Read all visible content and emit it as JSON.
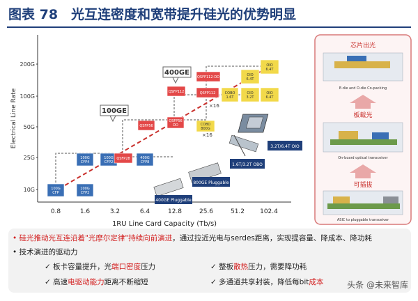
{
  "title": "图表 78　光互连密度和宽带提升硅光的优势明显",
  "chart": {
    "y_axis_label": "Electrical Line Rate",
    "x_axis_label": "1RU Line Card Capacity (Tb/s)",
    "y_ticks": [
      "10G",
      "25G",
      "50G",
      "100G",
      "200G"
    ],
    "x_ticks": [
      "0.8",
      "1.6",
      "3.2",
      "6.4",
      "12.8",
      "25.6",
      "51.2",
      "102.4"
    ],
    "callouts": [
      "100GE",
      "400GE"
    ],
    "modules": [
      {
        "label": "100G CFP",
        "color": "#3a6fb5"
      },
      {
        "label": "100G CFP2",
        "color": "#3a6fb5"
      },
      {
        "label": "100G CFP4",
        "color": "#3a6fb5"
      },
      {
        "label": "100G CFP2",
        "color": "#3a6fb5"
      },
      {
        "label": "QSFP28",
        "color": "#e34848"
      },
      {
        "label": "400G CFP8",
        "color": "#3a6fb5"
      },
      {
        "label": "QSFP56",
        "color": "#e34848"
      },
      {
        "label": "QSFP56 DD",
        "color": "#e34848"
      },
      {
        "label": "QSFP112",
        "color": "#e34848"
      },
      {
        "label": "QSFP112-DD",
        "color": "#e34848"
      },
      {
        "label": "QSFP112",
        "color": "#e34848"
      },
      {
        "label": "COBO 1.6T",
        "color": "#f2d94a"
      },
      {
        "label": "COBO 800G",
        "color": "#f2d94a"
      },
      {
        "label": "OIO 3.2T",
        "color": "#f2d94a"
      },
      {
        "label": "OIO 6.4T",
        "color": "#f2d94a"
      },
      {
        "label": "OIO 6.4T",
        "color": "#f2d94a"
      },
      {
        "label": "OIO 6.4T",
        "color": "#f2d94a"
      }
    ],
    "multipliers": [
      "×16",
      "×16"
    ],
    "product_labels": [
      "3.2T/6.4T OIO",
      "1.6T/3.2T OBO",
      "800GE Pluggable",
      "400GE Pluggable"
    ]
  },
  "side_panel": {
    "stages": [
      "芯片出光",
      "板载光",
      "可插拔"
    ],
    "captions": [
      "E-die and O-die Co-packing",
      "On-board optical transceiver",
      "ASIC to pluggable transceiver"
    ]
  },
  "text_block": {
    "bullet1_pre": "硅光推动光互连沿着",
    "bullet1_hl1": "\"光摩尔定律\"",
    "bullet1_hl2": "持续向前演进",
    "bullet1_post": "，通过拉近光电与serdes距离，实现提容量、降成本、降功耗",
    "bullet2": "技术演进的驱动力",
    "items": [
      {
        "pre": "板卡容量提升，光",
        "hl": "端口密度",
        "post": "压力"
      },
      {
        "pre": "整板",
        "hl": "散热",
        "post": "压力，需要降功耗"
      },
      {
        "pre": "高速",
        "hl": "电驱动能力",
        "post": "距离不断缩短"
      },
      {
        "pre": "多通道共享封装，降低每bit",
        "hl": "成本",
        "post": ""
      }
    ]
  },
  "watermark": "头条 @未来智库"
}
